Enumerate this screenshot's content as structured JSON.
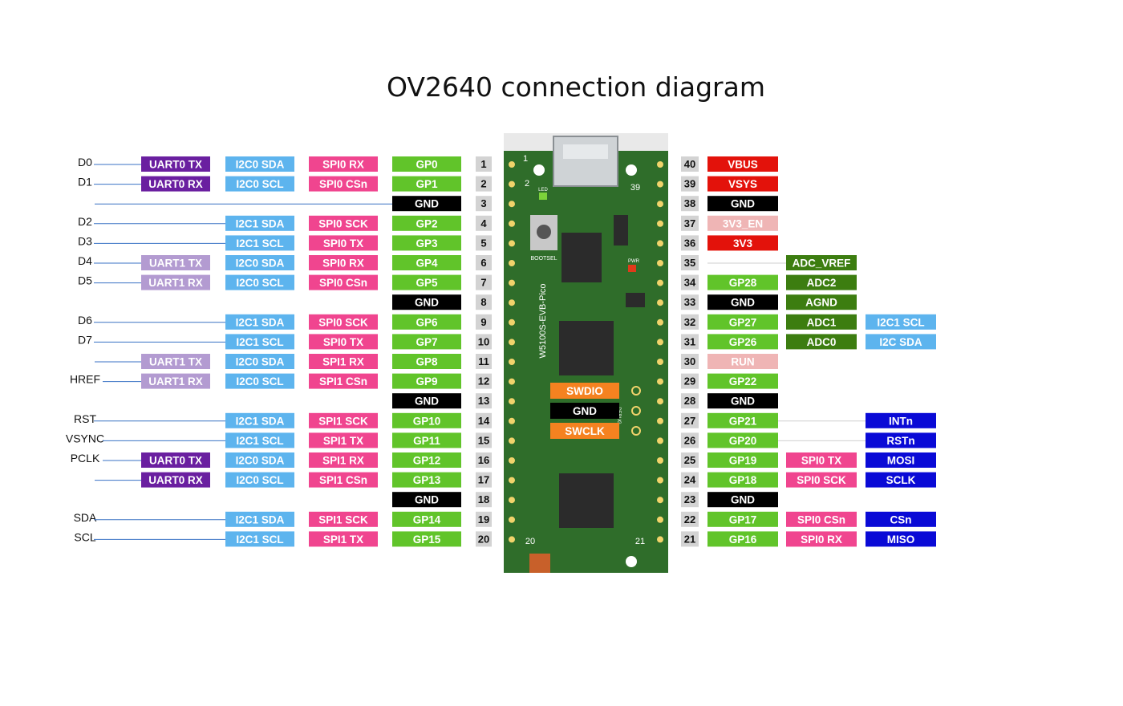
{
  "title": "OV2640 connection diagram",
  "colors": {
    "uart0": "#6a1fa0",
    "uart1": "#b39bd1",
    "i2c": "#5db4ee",
    "spi": "#f0458f",
    "gp": "#61c42a",
    "gnd": "#000000",
    "num_bg": "#d3d3d3",
    "power": "#e3120b",
    "run": "#efb5b5",
    "adc": "#3c7d10",
    "wiz": "#0a0ad6",
    "swd": "#f58220",
    "board": "#2f6d2a",
    "line": "#3a72c4"
  },
  "board": {
    "silkscreen": "W5100S-EVB-Pico",
    "bootsel": "BOOTSEL",
    "led": "LED",
    "pwr": "PWR",
    "debug": "DEBUG",
    "corner_pins": [
      "1",
      "2",
      "39",
      "20",
      "21"
    ],
    "swd_labels": [
      "SWDIO",
      "GND",
      "SWCLK"
    ]
  },
  "left_pins": [
    {
      "num": "1",
      "ov": "D0",
      "labels": [
        "UART0 TX",
        "I2C0 SDA",
        "SPI0 RX",
        "GP0"
      ]
    },
    {
      "num": "2",
      "ov": "D1",
      "labels": [
        "UART0 RX",
        "I2C0 SCL",
        "SPI0 CSn",
        "GP1"
      ]
    },
    {
      "num": "3",
      "ov": "",
      "labels": [
        "",
        "",
        "",
        "GND"
      ]
    },
    {
      "num": "4",
      "ov": "D2",
      "labels": [
        "",
        "I2C1 SDA",
        "SPI0 SCK",
        "GP2"
      ]
    },
    {
      "num": "5",
      "ov": "D3",
      "labels": [
        "",
        "I2C1 SCL",
        "SPI0 TX",
        "GP3"
      ]
    },
    {
      "num": "6",
      "ov": "D4",
      "labels": [
        "UART1 TX",
        "I2C0 SDA",
        "SPI0 RX",
        "GP4"
      ]
    },
    {
      "num": "7",
      "ov": "D5",
      "labels": [
        "UART1 RX",
        "I2C0 SCL",
        "SPI0 CSn",
        "GP5"
      ]
    },
    {
      "num": "8",
      "ov": "",
      "labels": [
        "",
        "",
        "",
        "GND"
      ]
    },
    {
      "num": "9",
      "ov": "D6",
      "labels": [
        "",
        "I2C1 SDA",
        "SPI0 SCK",
        "GP6"
      ]
    },
    {
      "num": "10",
      "ov": "D7",
      "labels": [
        "",
        "I2C1 SCL",
        "SPI0 TX",
        "GP7"
      ]
    },
    {
      "num": "11",
      "ov": "",
      "labels": [
        "UART1 TX",
        "I2C0 SDA",
        "SPI1 RX",
        "GP8"
      ]
    },
    {
      "num": "12",
      "ov": "HREF",
      "labels": [
        "UART1 RX",
        "I2C0 SCL",
        "SPI1 CSn",
        "GP9"
      ]
    },
    {
      "num": "13",
      "ov": "",
      "labels": [
        "",
        "",
        "",
        "GND"
      ]
    },
    {
      "num": "14",
      "ov": "RST",
      "labels": [
        "",
        "I2C1 SDA",
        "SPI1 SCK",
        "GP10"
      ]
    },
    {
      "num": "15",
      "ov": "VSYNC",
      "labels": [
        "",
        "I2C1 SCL",
        "SPI1 TX",
        "GP11"
      ]
    },
    {
      "num": "16",
      "ov": "PCLK",
      "labels": [
        "UART0 TX",
        "I2C0 SDA",
        "SPI1 RX",
        "GP12"
      ]
    },
    {
      "num": "17",
      "ov": "",
      "labels": [
        "UART0 RX",
        "I2C0 SCL",
        "SPI1 CSn",
        "GP13"
      ]
    },
    {
      "num": "18",
      "ov": "",
      "labels": [
        "",
        "",
        "",
        "GND"
      ]
    },
    {
      "num": "19",
      "ov": "SDA",
      "labels": [
        "",
        "I2C1 SDA",
        "SPI1 SCK",
        "GP14"
      ]
    },
    {
      "num": "20",
      "ov": "SCL",
      "labels": [
        "",
        "I2C1 SCL",
        "SPI1 TX",
        "GP15"
      ]
    }
  ],
  "right_pins": [
    {
      "num": "40",
      "labels": [
        "VBUS",
        "",
        ""
      ]
    },
    {
      "num": "39",
      "labels": [
        "VSYS",
        "",
        ""
      ]
    },
    {
      "num": "38",
      "labels": [
        "GND",
        "",
        ""
      ]
    },
    {
      "num": "37",
      "labels": [
        "3V3_EN",
        "",
        ""
      ]
    },
    {
      "num": "36",
      "labels": [
        "3V3",
        "",
        ""
      ]
    },
    {
      "num": "35",
      "labels": [
        "",
        "ADC_VREF",
        ""
      ]
    },
    {
      "num": "34",
      "labels": [
        "GP28",
        "ADC2",
        ""
      ]
    },
    {
      "num": "33",
      "labels": [
        "GND",
        "AGND",
        ""
      ]
    },
    {
      "num": "32",
      "labels": [
        "GP27",
        "ADC1",
        "I2C1 SCL"
      ]
    },
    {
      "num": "31",
      "labels": [
        "GP26",
        "ADC0",
        "I2C SDA"
      ]
    },
    {
      "num": "30",
      "labels": [
        "RUN",
        "",
        ""
      ]
    },
    {
      "num": "29",
      "labels": [
        "GP22",
        "",
        ""
      ]
    },
    {
      "num": "28",
      "labels": [
        "GND",
        "",
        ""
      ]
    },
    {
      "num": "27",
      "labels": [
        "GP21",
        "",
        "INTn"
      ]
    },
    {
      "num": "26",
      "labels": [
        "GP20",
        "",
        "RSTn"
      ]
    },
    {
      "num": "25",
      "labels": [
        "GP19",
        "SPI0 TX",
        "MOSI"
      ]
    },
    {
      "num": "24",
      "labels": [
        "GP18",
        "SPI0 SCK",
        "SCLK"
      ]
    },
    {
      "num": "23",
      "labels": [
        "GND",
        "",
        ""
      ]
    },
    {
      "num": "22",
      "labels": [
        "GP17",
        "SPI0 CSn",
        "CSn"
      ]
    },
    {
      "num": "21",
      "labels": [
        "GP16",
        "SPI0 RX",
        "MISO"
      ]
    }
  ]
}
